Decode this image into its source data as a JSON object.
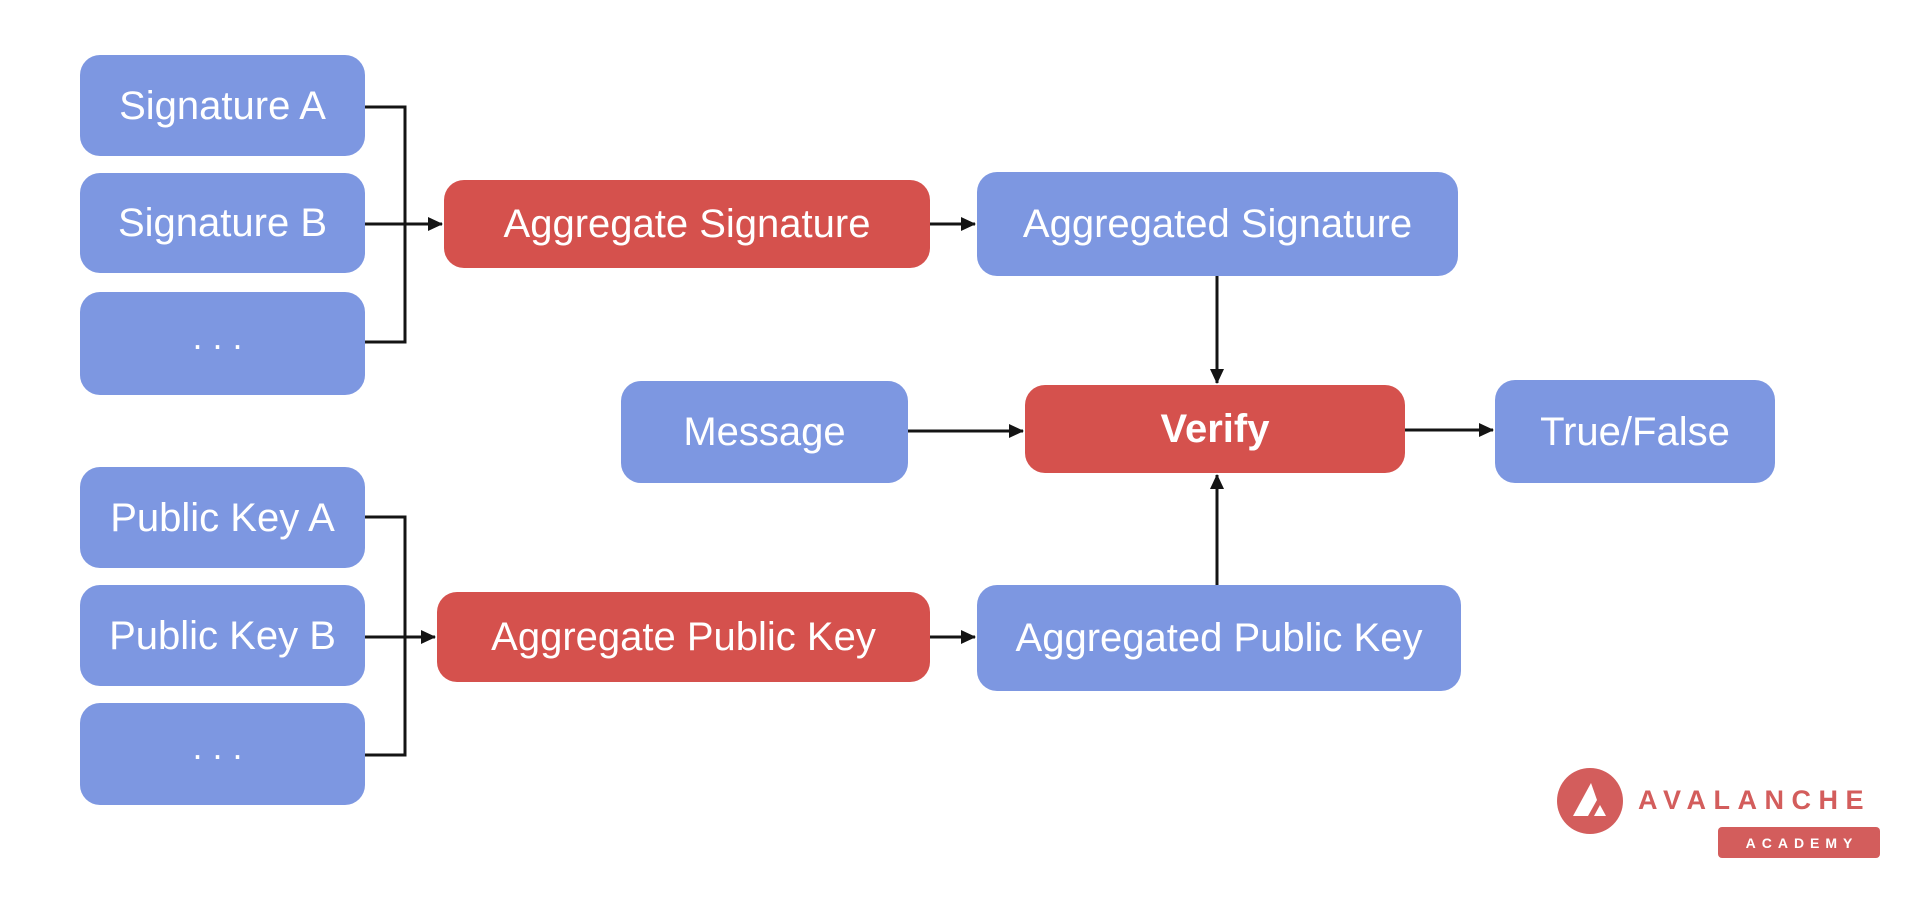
{
  "diagram": {
    "nodes": {
      "signature_a": "Signature A",
      "signature_b": "Signature B",
      "signature_more": "...",
      "aggregate_signature": "Aggregate Signature",
      "aggregated_signature": "Aggregated Signature",
      "message": "Message",
      "verify": "Verify",
      "true_false": "True/False",
      "public_key_a": "Public Key A",
      "public_key_b": "Public Key B",
      "public_key_more": "...",
      "aggregate_public_key": "Aggregate Public Key",
      "aggregated_public_key": "Aggregated Public Key"
    },
    "colors": {
      "node_blue": "#7D97E1",
      "node_red": "#D5514D",
      "node_text": "#FFFFFF",
      "connector": "#141414",
      "logo_red": "#D35D5C",
      "background": "#FFFFFF"
    }
  },
  "logo": {
    "brand": "AVALANCHE",
    "sub": "ACADEMY"
  }
}
